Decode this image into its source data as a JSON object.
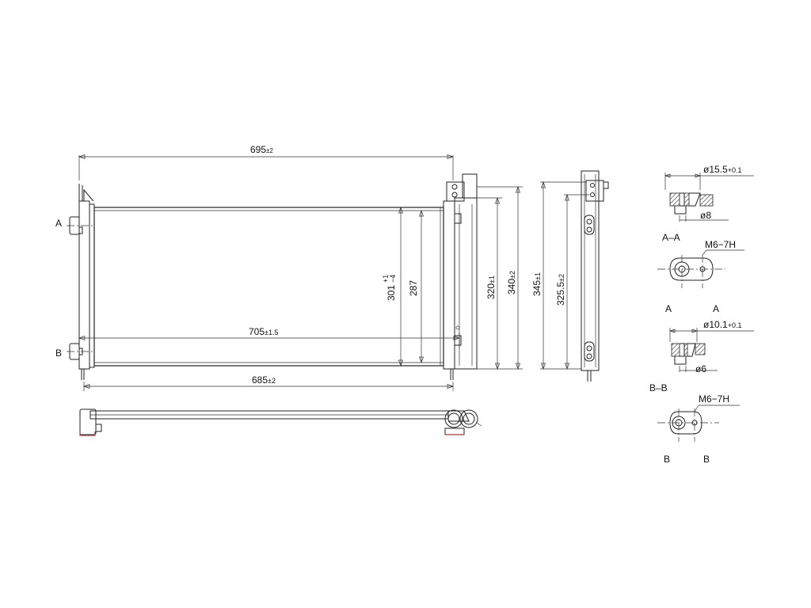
{
  "dimensions": {
    "top_width": "695",
    "top_width_tol": "±2",
    "middle_width": "705",
    "middle_width_tol": "±1.5",
    "bottom_width": "685",
    "bottom_width_tol": "±2",
    "core_height_a": "301",
    "core_height_a_upper": "+1",
    "core_height_a_lower": "−4",
    "core_height_b": "287",
    "height_320": "320",
    "height_320_tol": "±1",
    "height_340": "340",
    "height_340_tol": "±2",
    "side_345": "345",
    "side_345_tol": "±1",
    "side_325": "325.5",
    "side_325_tol": "±2"
  },
  "markers": {
    "section_a_mark": "A",
    "section_b_mark": "B"
  },
  "section_aa": {
    "outer_diameter": "ø15.5",
    "outer_tol": "+0.1",
    "inner_diameter": "ø8",
    "title": "A–A",
    "thread": "M6−7H",
    "mark_left": "A",
    "mark_right": "A"
  },
  "section_bb": {
    "outer_diameter": "ø10.1",
    "outer_tol": "+0.1",
    "inner_diameter": "ø6",
    "title": "B–B",
    "thread": "M6−7H",
    "mark_left": "B",
    "mark_right": "B"
  },
  "colors": {
    "line": "#222222",
    "accent": "#b23a3a",
    "background": "#ffffff"
  }
}
